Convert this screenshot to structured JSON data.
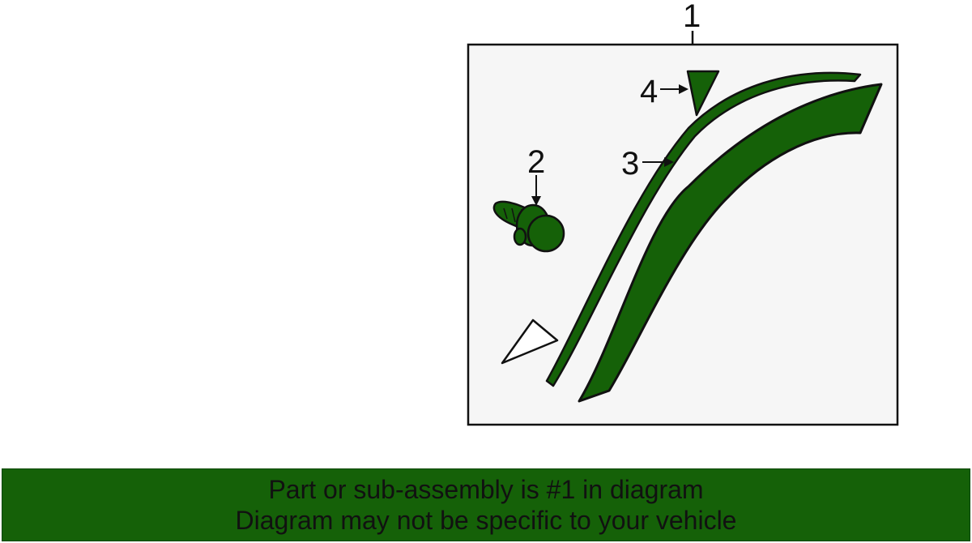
{
  "colors": {
    "part_fill": "#156108",
    "outline": "#111111",
    "panel_fill": "#f6f6f6",
    "banner_fill": "#156108",
    "banner_text": "#111111"
  },
  "diagram": {
    "callouts": {
      "c1": "1",
      "c2": "2",
      "c3": "3",
      "c4": "4"
    },
    "icons": [
      "retaining-clip-icon",
      "molding-strip-icon",
      "wheel-opening-flare-icon",
      "front-direction-triangle-icon",
      "outline-triangle-icon"
    ]
  },
  "banner": {
    "line1": "Part or sub-assembly is #1 in diagram",
    "line2": "Diagram may not be specific to your vehicle"
  }
}
